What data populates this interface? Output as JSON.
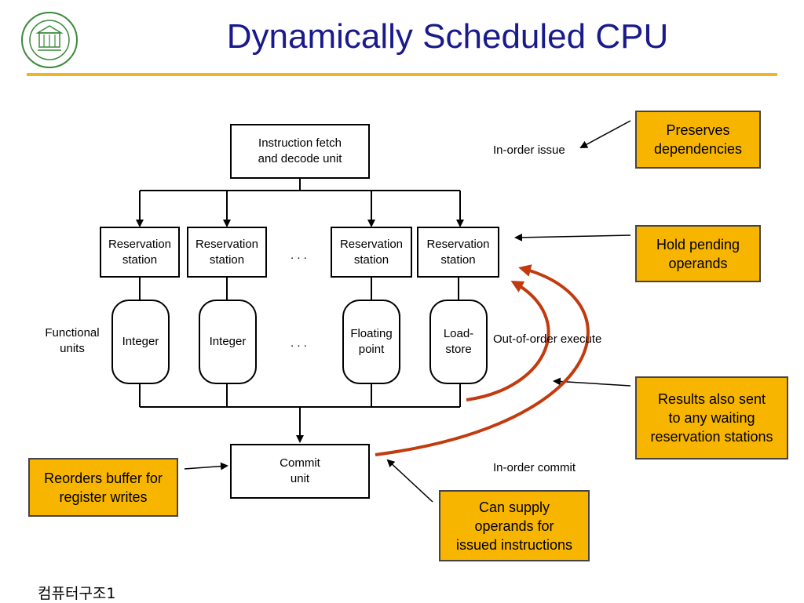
{
  "slide": {
    "title": "Dynamically Scheduled CPU",
    "footer": "컴퓨터구조1"
  },
  "colors": {
    "title": "#1a1a8c",
    "accent_rule": "#f0b323",
    "callout_fill": "#f7b500",
    "feedback_arrow": "#c23b0e",
    "logo": "#3a8a3a"
  },
  "diagram": {
    "fetch_unit": "Instruction fetch\nand decode unit",
    "reservation_stations": [
      "Reservation\nstation",
      "Reservation\nstation",
      "Reservation\nstation",
      "Reservation\nstation"
    ],
    "ellipsis_rs": ". . .",
    "functional_units_label": "Functional\nunits",
    "functional_units": [
      "Integer",
      "Integer",
      "Floating\npoint",
      "Load-\nstore"
    ],
    "ellipsis_fu": ". . .",
    "commit_unit": "Commit\nunit",
    "stage_labels": {
      "in_order_issue": "In-order issue",
      "out_of_order_execute": "Out-of-order execute",
      "in_order_commit": "In-order commit"
    }
  },
  "callouts": {
    "preserves": "Preserves\ndependencies",
    "hold_pending": "Hold pending\noperands",
    "results_sent": "Results also sent\nto any waiting\nreservation stations",
    "reorders": "Reorders buffer for\nregister writes",
    "can_supply": "Can supply\noperands for\nissued instructions"
  }
}
